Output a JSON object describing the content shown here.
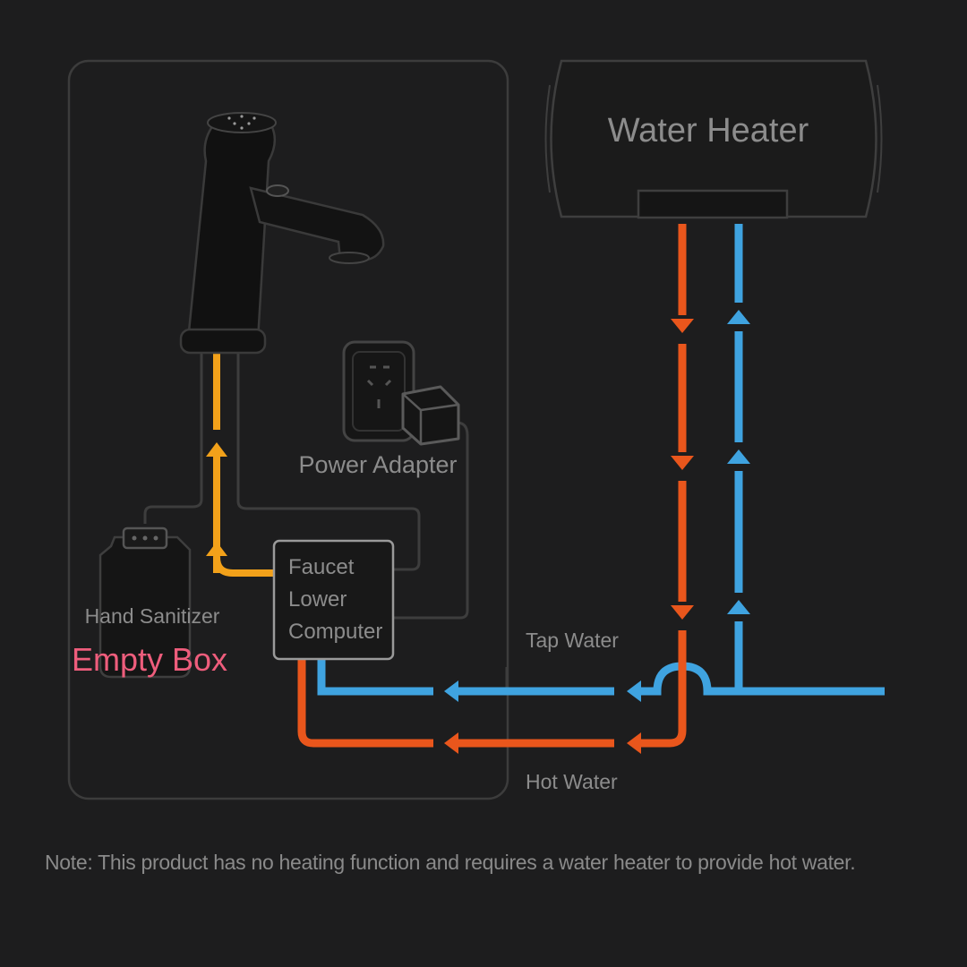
{
  "labels": {
    "water_heater": "Water Heater",
    "power_adapter": "Power Adapter",
    "faucet_line1": "Faucet",
    "faucet_line2": "Lower",
    "faucet_line3": "Computer",
    "hand_sanitizer": "Hand Sanitizer",
    "empty_box": "Empty Box",
    "tap_water": "Tap Water",
    "hot_water": "Hot Water"
  },
  "note": "Note: This product has no heating function and requires a water heater to provide hot water.",
  "colors": {
    "background": "#1d1d1e",
    "hot": "#e9561c",
    "cold": "#3fa3e0",
    "mixed": "#f2a11a",
    "outline": "#8c8c8c",
    "empty_box": "#ee5d7c"
  }
}
